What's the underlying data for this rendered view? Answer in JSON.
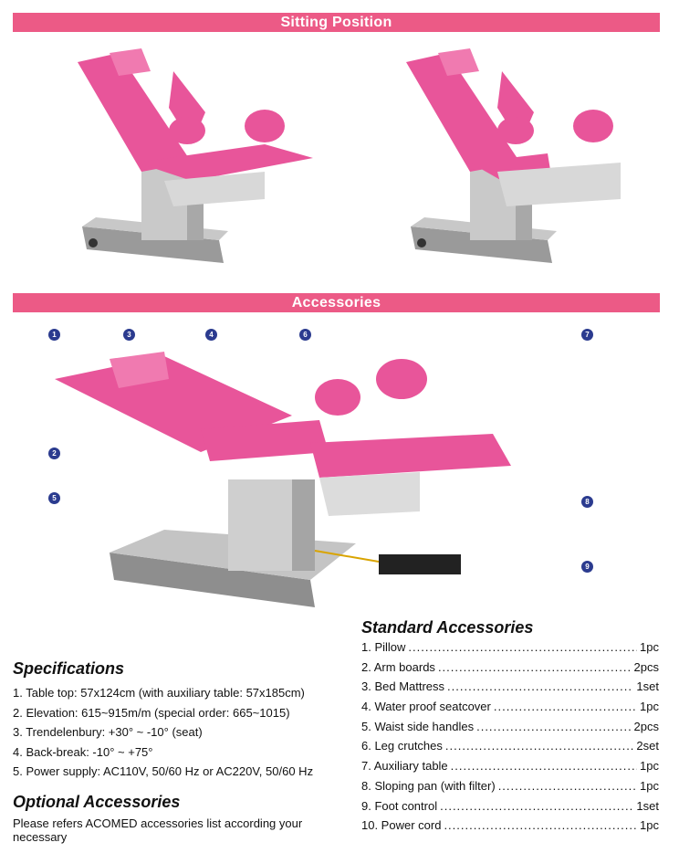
{
  "sections": {
    "sitting": "Sitting Position",
    "accessories": "Accessories"
  },
  "colors": {
    "banner": "#ec5a86",
    "mattress": "#e8559a",
    "callout": "#2b3b8f"
  },
  "callouts": [
    "1",
    "2",
    "3",
    "4",
    "5",
    "6",
    "7",
    "8",
    "9"
  ],
  "specifications": {
    "title": "Specifications",
    "items": [
      "1. Table top: 57x124cm (with auxiliary table: 57x185cm)",
      "2. Elevation: 615~915m/m (special order: 665~1015)",
      "3. Trendelenbury: +30° ~ -10°  (seat)",
      "4. Back-break: -10° ~ +75°",
      "5. Power supply: AC110V, 50/60 Hz or AC220V, 50/60 Hz"
    ]
  },
  "optional": {
    "title": "Optional Accessories",
    "text": "Please refers ACOMED accessories list according your necessary"
  },
  "standard": {
    "title": "Standard Accessories",
    "items": [
      {
        "name": "1. Pillow",
        "qty": "1pc"
      },
      {
        "name": "2. Arm boards",
        "qty": "2pcs"
      },
      {
        "name": "3. Bed Mattress",
        "qty": "1set"
      },
      {
        "name": "4. Water proof seatcover",
        "qty": "1pc"
      },
      {
        "name": "5. Waist side handles",
        "qty": "2pcs"
      },
      {
        "name": "6. Leg crutches",
        "qty": "2set"
      },
      {
        "name": "7. Auxiliary table",
        "qty": "1pc"
      },
      {
        "name": "8. Sloping pan (with filter)",
        "qty": "1pc"
      },
      {
        "name": "9. Foot control",
        "qty": "1set"
      },
      {
        "name": "10. Power cord",
        "qty": "1pc"
      }
    ]
  }
}
